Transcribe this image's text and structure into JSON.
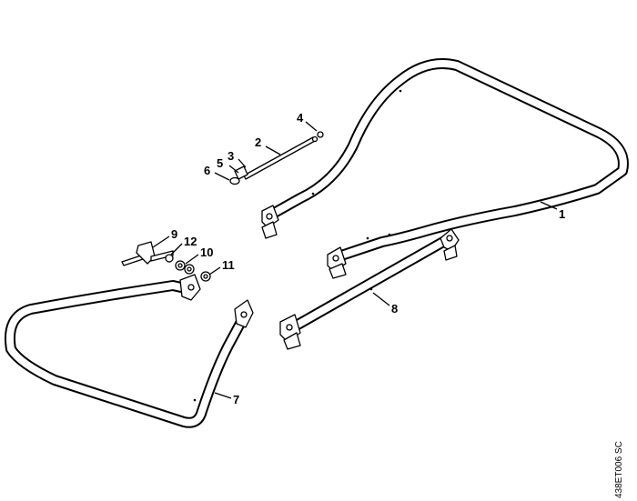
{
  "diagram": {
    "reference_code": "438ET006 SC",
    "callouts": {
      "c1": "1",
      "c2": "2",
      "c3": "3",
      "c4": "4",
      "c5": "5",
      "c6": "6",
      "c7": "7",
      "c8": "8",
      "c9": "9",
      "c10": "10",
      "c11": "11",
      "c12": "12"
    }
  }
}
